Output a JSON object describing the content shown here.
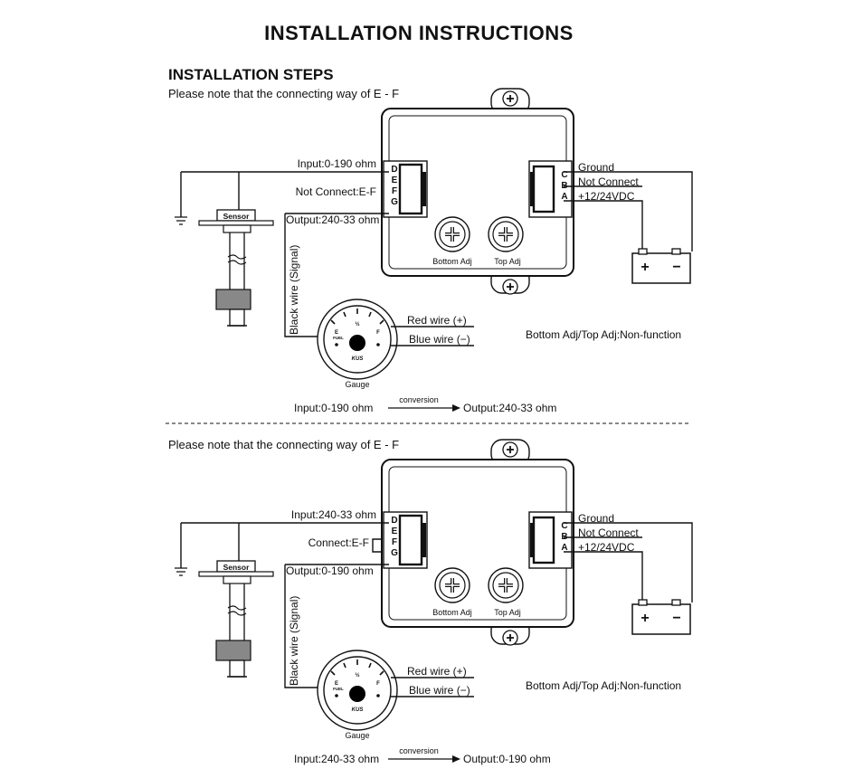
{
  "title": "INSTALLATION INSTRUCTIONS",
  "subtitle": "INSTALLATION STEPS",
  "panels": [
    {
      "note": "Please note that the connecting way of E - F",
      "left_terminals": "DEFG",
      "right_terminals": "CBA",
      "label_top_left": "Input:0-190 ohm",
      "label_mid_left": "Not Connect:E-F",
      "label_low_left": "Output:240-33 ohm",
      "label_ground": "Ground",
      "label_not_connect": "Not Connect",
      "label_power": "+12/24VDC",
      "sensor": "Sensor",
      "bottom_adj": "Bottom  Adj",
      "top_adj": "Top  Adj",
      "black_wire": "Black wire (Signal)",
      "red_wire": "Red wire (+)",
      "blue_wire": "Blue wire (−)",
      "gauge": "Gauge",
      "gauge_e": "E",
      "gauge_half": "½",
      "gauge_f": "F",
      "gauge_fuel": "FUEL",
      "gauge_brand": "KUS",
      "non_function": "Bottom Adj/Top Adj:Non-function",
      "conv_from": "Input:0-190 ohm",
      "conv_word": "conversion",
      "conv_to": "Output:240-33 ohm",
      "battery_plus": "+",
      "battery_minus": "−"
    },
    {
      "note": "Please note that the connecting way of E - F",
      "left_terminals": "DEFG",
      "right_terminals": "CBA",
      "label_top_left": "Input:240-33 ohm",
      "label_mid_left": "Connect:E-F",
      "label_low_left": "Output:0-190 ohm",
      "label_ground": "Ground",
      "label_not_connect": "Not Connect",
      "label_power": "+12/24VDC",
      "sensor": "Sensor",
      "bottom_adj": "Bottom  Adj",
      "top_adj": "Top  Adj",
      "black_wire": "Black wire (Signal)",
      "red_wire": "Red wire (+)",
      "blue_wire": "Blue wire (−)",
      "gauge": "Gauge",
      "gauge_e": "E",
      "gauge_half": "½",
      "gauge_f": "F",
      "gauge_fuel": "FUEL",
      "gauge_brand": "KUS",
      "non_function": "Bottom Adj/Top Adj:Non-function",
      "conv_from": "Input:240-33 ohm",
      "conv_word": "conversion",
      "conv_to": "Output:0-190 ohm",
      "battery_plus": "+",
      "battery_minus": "−"
    }
  ]
}
